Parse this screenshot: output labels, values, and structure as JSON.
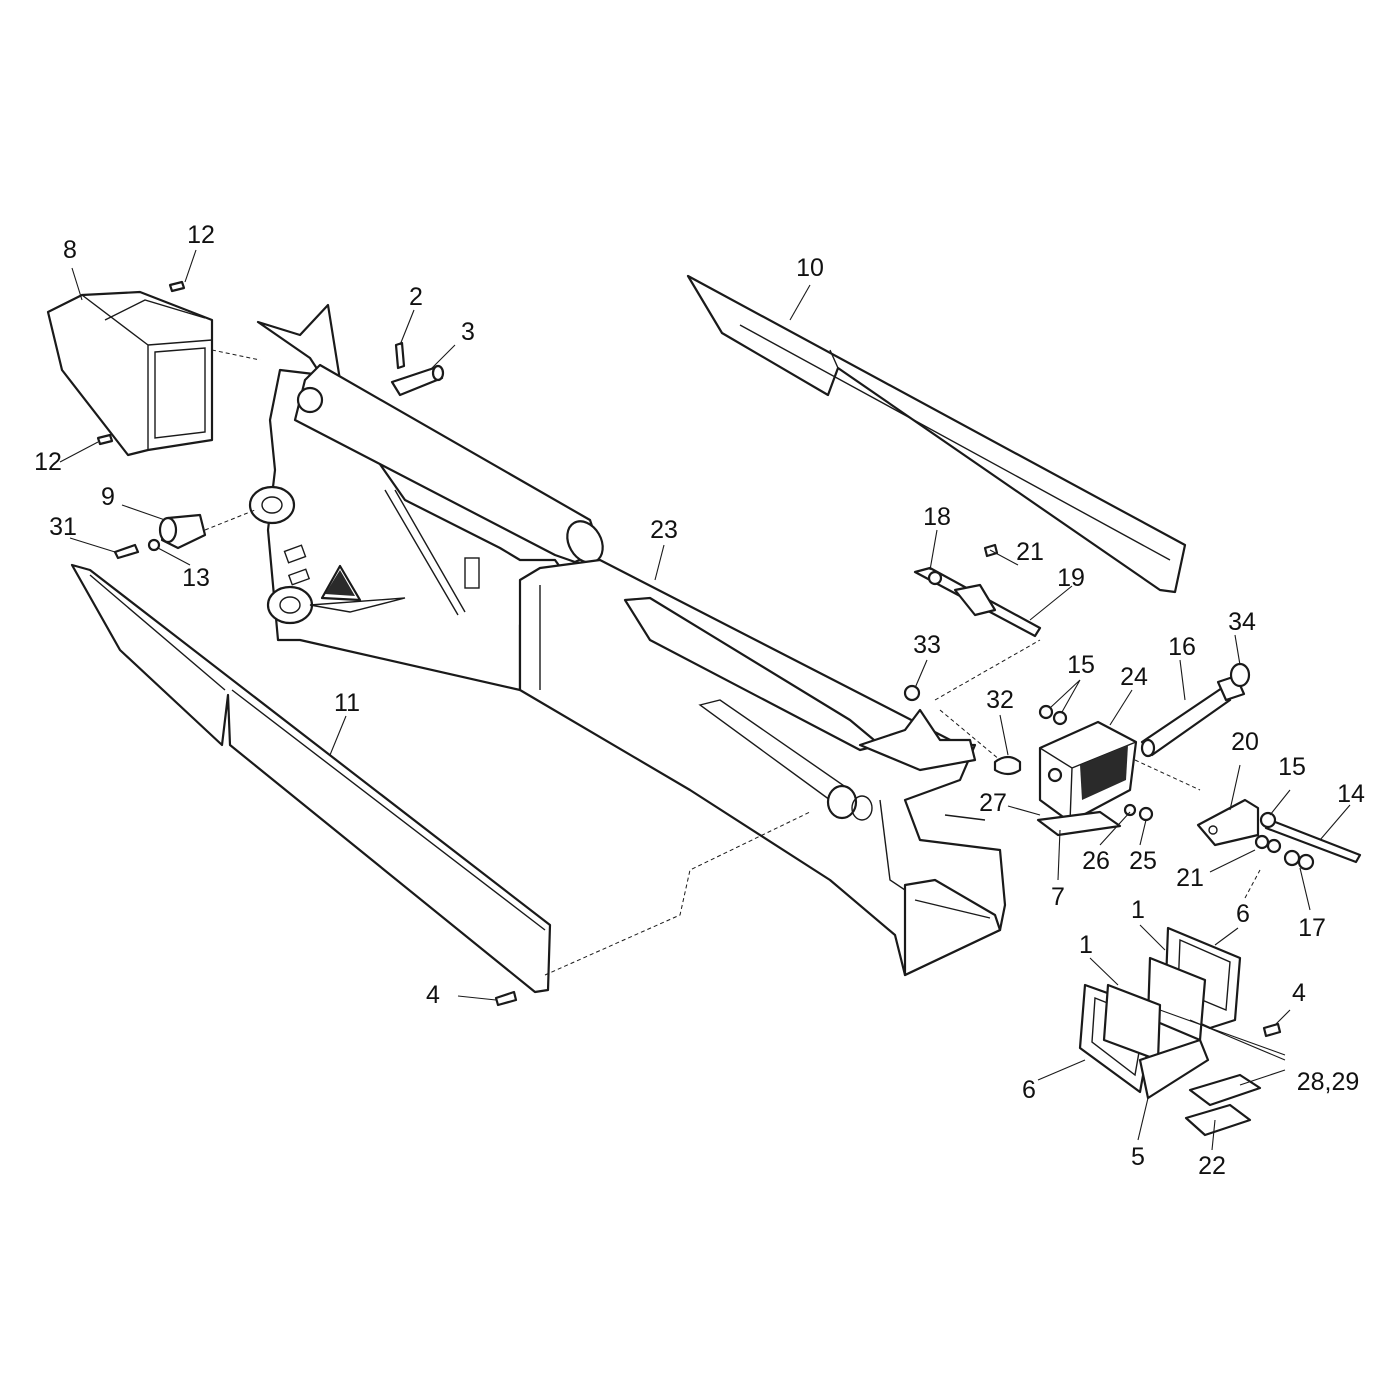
{
  "diagram": {
    "callouts": [
      {
        "id": "c-8",
        "label": "8"
      },
      {
        "id": "c-12a",
        "label": "12"
      },
      {
        "id": "c-12b",
        "label": "12"
      },
      {
        "id": "c-2",
        "label": "2"
      },
      {
        "id": "c-3",
        "label": "3"
      },
      {
        "id": "c-10",
        "label": "10"
      },
      {
        "id": "c-9",
        "label": "9"
      },
      {
        "id": "c-31",
        "label": "31"
      },
      {
        "id": "c-13",
        "label": "13"
      },
      {
        "id": "c-23",
        "label": "23"
      },
      {
        "id": "c-18",
        "label": "18"
      },
      {
        "id": "c-21a",
        "label": "21"
      },
      {
        "id": "c-19",
        "label": "19"
      },
      {
        "id": "c-34",
        "label": "34"
      },
      {
        "id": "c-33",
        "label": "33"
      },
      {
        "id": "c-15a",
        "label": "15"
      },
      {
        "id": "c-16",
        "label": "16"
      },
      {
        "id": "c-24",
        "label": "24"
      },
      {
        "id": "c-32",
        "label": "32"
      },
      {
        "id": "c-11",
        "label": "11"
      },
      {
        "id": "c-20",
        "label": "20"
      },
      {
        "id": "c-15b",
        "label": "15"
      },
      {
        "id": "c-14",
        "label": "14"
      },
      {
        "id": "c-27",
        "label": "27"
      },
      {
        "id": "c-26",
        "label": "26"
      },
      {
        "id": "c-25",
        "label": "25"
      },
      {
        "id": "c-21b",
        "label": "21"
      },
      {
        "id": "c-7",
        "label": "7"
      },
      {
        "id": "c-17",
        "label": "17"
      },
      {
        "id": "c-1a",
        "label": "1"
      },
      {
        "id": "c-6a",
        "label": "6"
      },
      {
        "id": "c-1b",
        "label": "1"
      },
      {
        "id": "c-4a",
        "label": "4"
      },
      {
        "id": "c-4b",
        "label": "4"
      },
      {
        "id": "c-28-29",
        "label": "28,29"
      },
      {
        "id": "c-6b",
        "label": "6"
      },
      {
        "id": "c-5",
        "label": "5"
      },
      {
        "id": "c-22",
        "label": "22"
      }
    ]
  }
}
